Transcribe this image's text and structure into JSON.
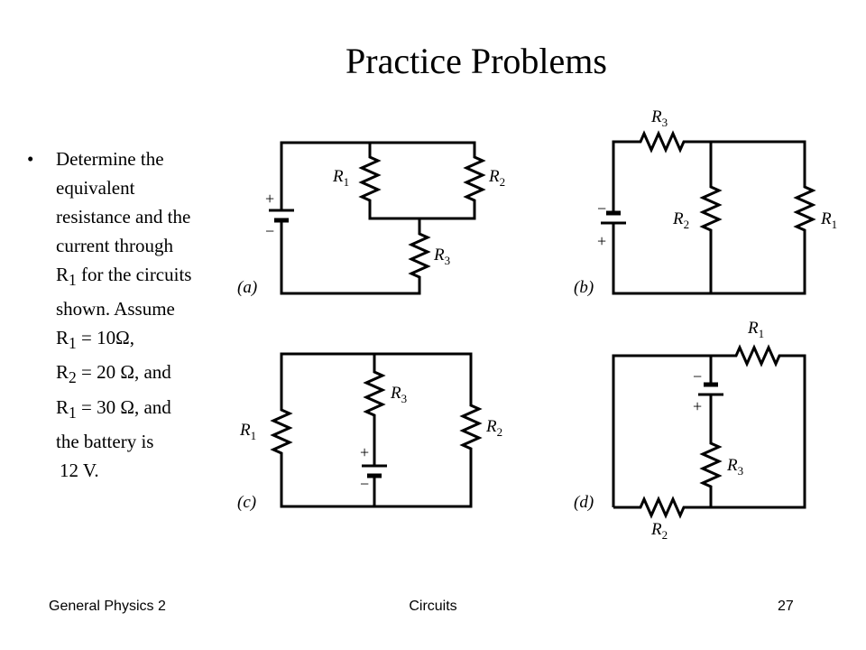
{
  "slide": {
    "title": "Practice Problems"
  },
  "problem": {
    "bullet": "•",
    "lines": [
      "Determine the",
      "equivalent",
      "resistance and the",
      "current through"
    ],
    "r1_line": {
      "pre": "R",
      "sub": "1",
      "post": " for the circuits"
    },
    "shown_line": "shown.  Assume",
    "values": [
      {
        "pre": "R",
        "sub": "1",
        "post": " = 10Ω,"
      },
      {
        "pre": "R",
        "sub": "2",
        "post": " = 20 Ω, and"
      },
      {
        "pre": "R",
        "sub": "1",
        "post": " = 30 Ω, and"
      }
    ],
    "tail_lines": [
      "the battery is",
      "12 V."
    ]
  },
  "circuits": {
    "a": {
      "label": "(a)",
      "r1": {
        "r": "R",
        "s": "1"
      },
      "r2": {
        "r": "R",
        "s": "2"
      },
      "r3": {
        "r": "R",
        "s": "3"
      },
      "plus": "+",
      "minus": "−"
    },
    "b": {
      "label": "(b)",
      "r1": {
        "r": "R",
        "s": "1"
      },
      "r2": {
        "r": "R",
        "s": "2"
      },
      "r3": {
        "r": "R",
        "s": "3"
      },
      "plus": "+",
      "minus": "−"
    },
    "c": {
      "label": "(c)",
      "r1": {
        "r": "R",
        "s": "1"
      },
      "r2": {
        "r": "R",
        "s": "2"
      },
      "r3": {
        "r": "R",
        "s": "3"
      },
      "plus": "+",
      "minus": "−"
    },
    "d": {
      "label": "(d)",
      "r1": {
        "r": "R",
        "s": "1"
      },
      "r2": {
        "r": "R",
        "s": "2"
      },
      "r3": {
        "r": "R",
        "s": "3"
      },
      "plus": "+",
      "minus": "−"
    }
  },
  "footer": {
    "left": "General Physics 2",
    "center": "Circuits",
    "page": "27"
  }
}
